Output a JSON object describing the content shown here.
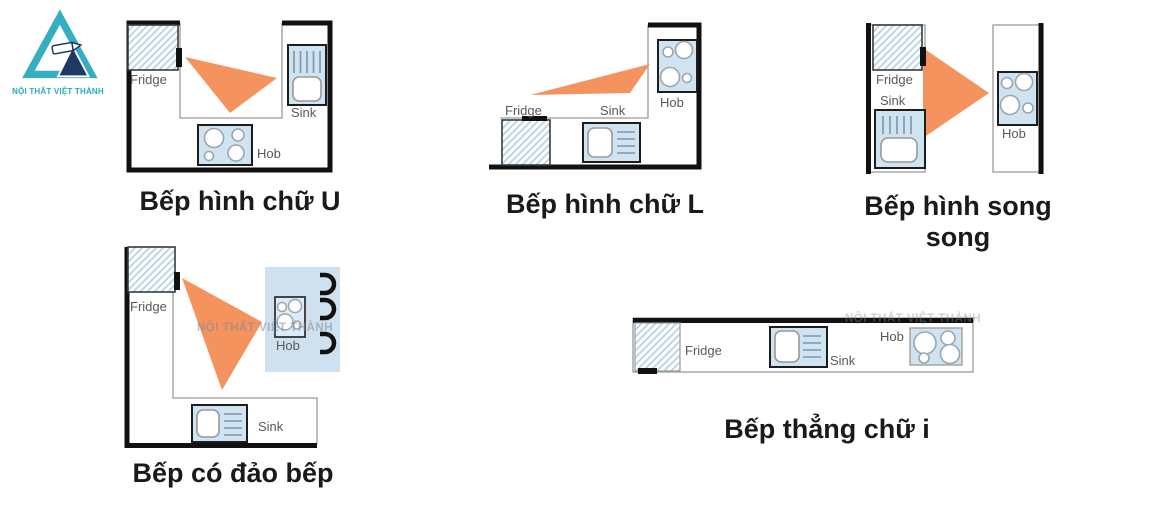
{
  "logo": {
    "brand_name": "NỘI THẤT VIỆT THÀNH"
  },
  "watermark_text": "NỘI THẤT VIỆT THÀNH",
  "unit_labels": {
    "fridge": "Fridge",
    "sink": "Sink",
    "hob": "Hob"
  },
  "diagrams": [
    {
      "name": "u-shaped-kitchen",
      "caption": "Bếp hình chữ U"
    },
    {
      "name": "l-shaped-kitchen",
      "caption": "Bếp hình chữ L"
    },
    {
      "name": "parallel-kitchen",
      "caption": "Bếp hình song song"
    },
    {
      "name": "island-kitchen",
      "caption": "Bếp có đảo bếp"
    },
    {
      "name": "straight-kitchen",
      "caption": "Bếp thẳng chữ i"
    }
  ],
  "colors": {
    "work_triangle": "#f5935f",
    "appliance_fill": "#cfe3f1",
    "island_fill": "#cfe0ee",
    "hatch_line": "#b5d3e6",
    "outline_thick": "#111111",
    "outline_thin": "#9a9a9a",
    "label_text": "#595959",
    "caption_text": "#1a1a1a",
    "brand_teal": "#34aec0",
    "brand_navy": "#1f3864"
  }
}
